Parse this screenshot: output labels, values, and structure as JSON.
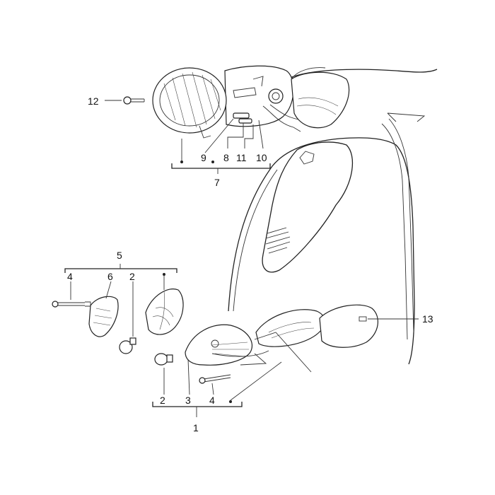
{
  "labels": {
    "l12": "12",
    "l9": "9",
    "l8": "8",
    "l11": "11",
    "l10": "10",
    "l7": "7",
    "l5": "5",
    "l4a": "4",
    "l6": "6",
    "l2a": "2",
    "l13": "13",
    "l2b": "2",
    "l3": "3",
    "l4b": "4",
    "l1": "1"
  }
}
